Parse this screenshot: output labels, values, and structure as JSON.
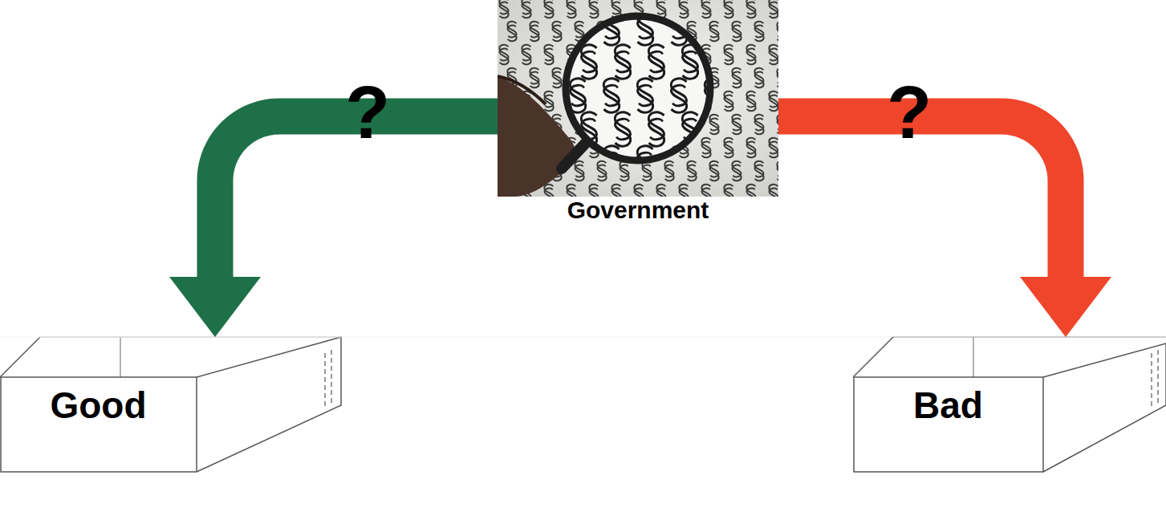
{
  "diagram": {
    "nodes": [
      {
        "text": [
          "Government"
        ]
      },
      {
        "text": [
          "Good"
        ]
      },
      {
        "text": [
          "Bad"
        ]
      }
    ],
    "edges": [
      {
        "from": 0,
        "to": 1,
        "arrow": "to",
        "label": "?"
      },
      {
        "from": 0,
        "to": 2,
        "arrow": "to",
        "label": "?"
      }
    ]
  }
}
